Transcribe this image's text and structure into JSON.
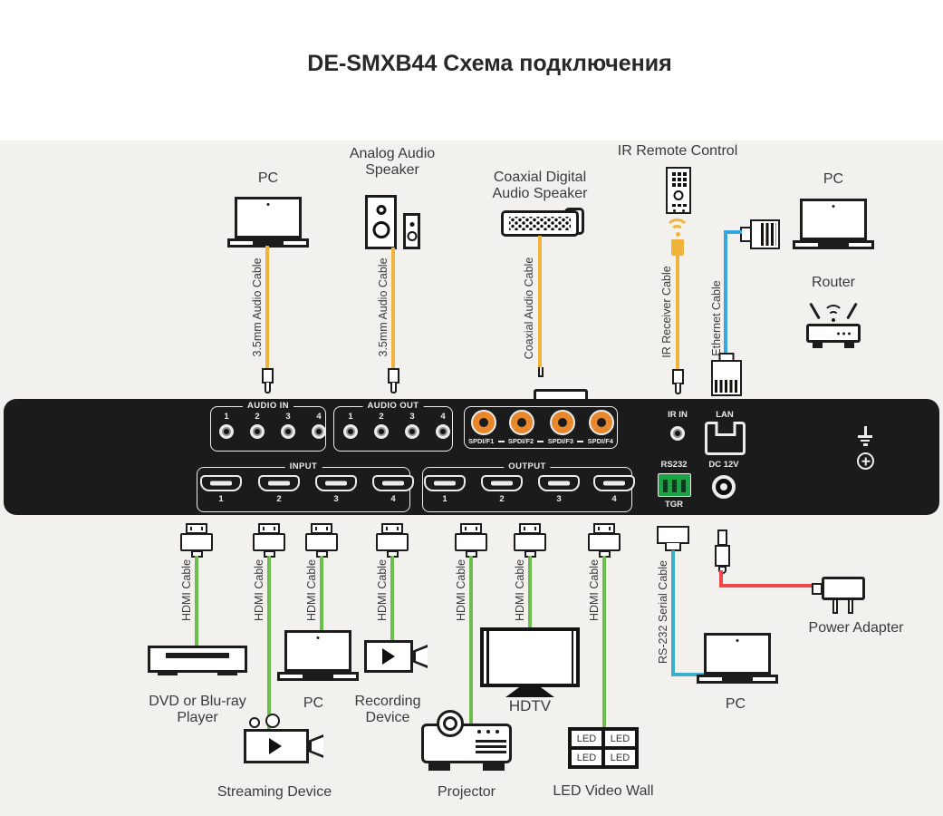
{
  "title": "DE-SMXB44 Схема подключения",
  "colors": {
    "background": "#F2F1EE",
    "panel": "#1b1b1b",
    "cable_audio": "#F0B43C",
    "cable_hdmi": "#6CBE4B",
    "cable_ethernet": "#33A7DE",
    "cable_rs232": "#3AAECA",
    "cable_power": "#F2484B",
    "spdif_orange": "#E8872B",
    "terminal_green": "#18A542"
  },
  "top": {
    "pc_left": "PC",
    "analog_speaker": "Analog Audio\nSpeaker",
    "coaxial_speaker": "Coaxial Digital\nAudio Speaker",
    "ir_remote": "IR Remote Control",
    "pc_right": "PC",
    "router": "Router"
  },
  "cables": {
    "audio35": "3.5mm Audio Cable",
    "coaxial": "Coaxial Audio Cable",
    "ir_receiver": "IR Receiver Cable",
    "ethernet": "Ethernet Cable",
    "hdmi": "HDMI Cable",
    "rs232": "RS-232 Serial Cable"
  },
  "panel": {
    "audio_in": {
      "label": "AUDIO IN",
      "ports": [
        "1",
        "2",
        "3",
        "4"
      ]
    },
    "audio_out": {
      "label": "AUDIO OUT",
      "ports": [
        "1",
        "2",
        "3",
        "4"
      ]
    },
    "spdif": {
      "labels": [
        "SPDI/F1",
        "SPDI/F2",
        "SPDI/F3",
        "SPDI/F4"
      ]
    },
    "ir_in": "IR IN",
    "lan": "LAN",
    "input": {
      "label": "INPUT",
      "ports": [
        "1",
        "2",
        "3",
        "4"
      ]
    },
    "output": {
      "label": "OUTPUT",
      "ports": [
        "1",
        "2",
        "3",
        "4"
      ]
    },
    "rs232": "RS232",
    "tgr": "TGR",
    "dc": "DC 12V"
  },
  "bottom": {
    "dvd": "DVD or Blu-ray\nPlayer",
    "pc_mid": "PC",
    "recording": "Recording\nDevice",
    "streaming": "Streaming Device",
    "hdtv": "HDTV",
    "projector": "Projector",
    "led_wall": "LED Video Wall",
    "led_cell": "LED",
    "pc_right": "PC",
    "power_adapter": "Power Adapter"
  }
}
